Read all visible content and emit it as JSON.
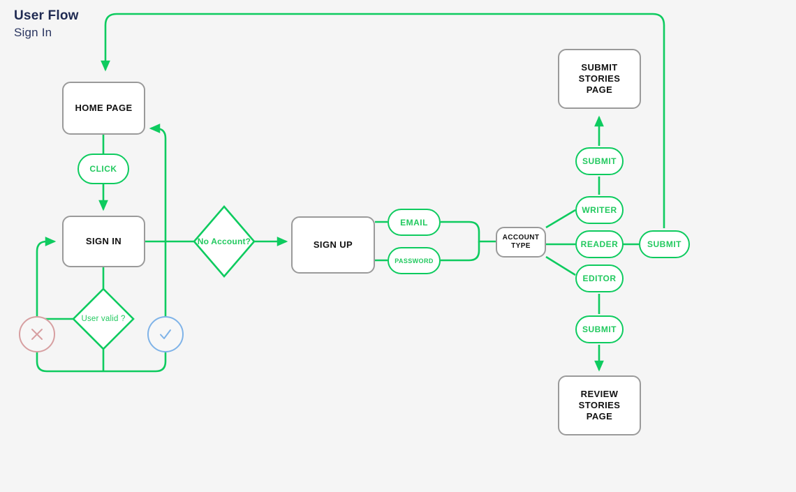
{
  "header": {
    "title": "User Flow",
    "subtitle": "Sign In"
  },
  "colors": {
    "background": "#f5f5f5",
    "flow_green": "#0ecb5f",
    "node_text_green": "#22c95f",
    "box_border_gray": "#9a9a9a",
    "title_navy": "#1f2a52",
    "fail_rose": "#d79fa1",
    "ok_blue": "#7fb3e8"
  },
  "nodes": {
    "home_page": {
      "label": "HOME PAGE",
      "type": "page-box"
    },
    "click": {
      "label": "CLICK",
      "type": "pill"
    },
    "sign_in": {
      "label": "SIGN IN",
      "type": "page-box"
    },
    "user_valid": {
      "label": "User valid ?",
      "type": "diamond"
    },
    "no_account": {
      "label": "No Account?",
      "type": "diamond"
    },
    "sign_up": {
      "label": "SIGN UP",
      "type": "page-box"
    },
    "email": {
      "label": "EMAIL",
      "type": "pill"
    },
    "password": {
      "label": "PASSWORD",
      "type": "pill"
    },
    "account_type": {
      "label": "ACCOUNT TYPE",
      "type": "page-box"
    },
    "writer": {
      "label": "WRITER",
      "type": "pill"
    },
    "reader": {
      "label": "READER",
      "type": "pill"
    },
    "editor": {
      "label": "EDITOR",
      "type": "pill"
    },
    "submit_writer": {
      "label": "SUBMIT",
      "type": "pill"
    },
    "submit_reader": {
      "label": "SUBMIT",
      "type": "pill"
    },
    "submit_editor": {
      "label": "SUBMIT",
      "type": "pill"
    },
    "submit_stories_page": {
      "label": "SUBMIT STORIES PAGE",
      "line1": "SUBMIT STORIES",
      "line2": "PAGE",
      "type": "page-box"
    },
    "review_stories_page": {
      "label": "REVIEW STORIES PAGE",
      "line1": "REVIEW STORIES",
      "line2": "PAGE",
      "type": "page-box"
    }
  },
  "status": {
    "fail_icon": "x-icon",
    "ok_icon": "check-icon"
  },
  "icons": {
    "x": "✕",
    "check": "✓"
  }
}
